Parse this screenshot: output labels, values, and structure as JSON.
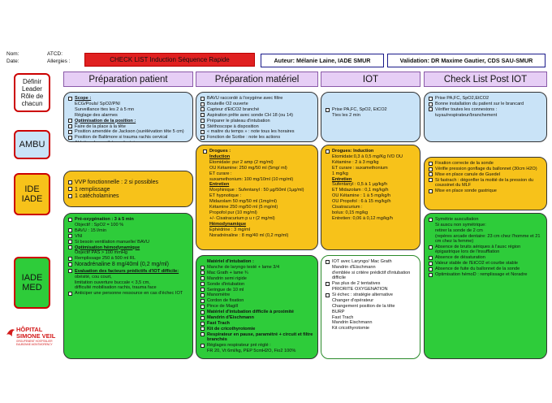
{
  "header": {
    "nom_label": "Nom:",
    "date_label": "Date:",
    "atcd_label": "ATCD:",
    "allergies_label": "Allergies :",
    "title": "CHECK LIST Induction Séquence Rapide",
    "author": "Auteur: Mélanie Laine, IADE SMUR",
    "validation": "Validation: DR Maxime Gautier, CDS SAU-SMUR"
  },
  "columns": [
    "Préparation patient",
    "Préparation matériel",
    "IOT",
    "Check List Post IOT"
  ],
  "rows": [
    {
      "label": "Définir Leader Rôle de chacun"
    },
    {
      "label": "AMBU"
    },
    {
      "label": "IDE IADE"
    },
    {
      "label": "IADE MED"
    }
  ],
  "cells": {
    "r1c1": [
      {
        "t": "Scope :",
        "cls": "b u",
        "box": true
      },
      {
        "t": "ECG/Pouls/ SpO2/PNI"
      },
      {
        "t": "Surveillance ttes les 2  à 5 mn"
      },
      {
        "t": "Réglage des alarmes"
      },
      {
        "t": "Optimisation de la position :",
        "cls": "b u",
        "box": true
      },
      {
        "t": "Faire de la place à la tête",
        "box": true
      },
      {
        "t": "Position amendée de Jackson (surélévation tête 5 cm)",
        "box": true
      },
      {
        "t": "Position de Baltimore si trauma rachis cervical",
        "box": true
      },
      {
        "t": "Ablation des prothèses dentaires",
        "box": true
      }
    ],
    "r1c2": [
      {
        "t": "BAVU raccordé à l'oxygène avec filtre",
        "box": true
      },
      {
        "t": "Bouteille O2  ouverte",
        "box": true
      },
      {
        "t": "Capteur d'EtCO2  branché",
        "box": true
      },
      {
        "t": "Aspiration prête avec sonde CH 18 (ou 14)",
        "box": true
      },
      {
        "t": "Préparer le plateau d'intubation",
        "box": true
      },
      {
        "t": "Stéthoscope à disposition",
        "box": true
      },
      {
        "t": "« maitre du temps » : note tous les horaires",
        "box": true
      },
      {
        "t": "Fonction de Scribe : note les actions",
        "box": true
      }
    ],
    "r1c3": [
      {
        "t": "Prise PA,FC, SpO2, EtCO2",
        "box": true
      },
      {
        "t": "Ttes les 2 min"
      }
    ],
    "r1c4": [
      {
        "t": "Prise PA,FC, SpO2,EtCO2",
        "box": true
      },
      {
        "t": "Bonne installation du patient sur le brancard",
        "box": true
      },
      {
        "t": "Vérifier toutes les connexions :",
        "box": true
      },
      {
        "t": "tuyau/respirateur/branchement"
      }
    ],
    "r2c1": [
      {
        "t": "VVP fonctionnelle : 2 si possibles",
        "cls": "big",
        "box": true
      },
      {
        "t": "1 remplissage",
        "cls": "big",
        "box": true
      },
      {
        "t": "1 catécholamines",
        "cls": "big",
        "box": true
      }
    ],
    "r2c2": [
      {
        "t": "Drogues :",
        "cls": "b",
        "box": true
      },
      {
        "t": "Induction",
        "cls": "b u"
      },
      {
        "t": "Etomidate: pur 2 amp  (2 mg/ml)"
      },
      {
        "t": "OU Kétamine: 250 mg/50 ml (5mg/ ml)"
      },
      {
        "t": "ET  curare  :"
      },
      {
        "t": "suxamethonium: 100 mg/10ml (10 mg/ml)"
      },
      {
        "t": "Entretien",
        "cls": "b u"
      },
      {
        "t": "Morphinique : Sufentanyl : 50 µg/50ml (1µg/ml)"
      },
      {
        "t": "ET hypnotique :"
      },
      {
        "t": "Midazolam  50 mg/50 ml (1mg/ml)"
      },
      {
        "t": "Kétamine  250 mg/50 ml (5 mg/ml)"
      },
      {
        "t": "Propofol pur (10 mg/ml)"
      },
      {
        "t": "+/- Cisatracurium  p u r   (2 mg/ml)"
      },
      {
        "t": "Hémodynamique",
        "cls": "b u"
      },
      {
        "t": "Ephédrine : 3 mg/ml"
      },
      {
        "t": "Noradrénaline : 8 mg/40 ml (0,2 mg/ml)"
      }
    ],
    "r2c3": [
      {
        "t": "Drogues:  Induction",
        "cls": "b",
        "box": true
      },
      {
        "t": "Etomidate:0,3 à 0,5 mg/Kg IVD OU"
      },
      {
        "t": "Kétamine : 2 à 3 mg/kg"
      },
      {
        "t": "ET  curare  : suxamethonium"
      },
      {
        "t": "1 mg/kg"
      },
      {
        "t": "Entretien",
        "cls": "b u"
      },
      {
        "t": "Sufentanyl : 0,5 à 1 µg/kg/h"
      },
      {
        "t": "ET Midazolam : 0,1 mg/kg/h"
      },
      {
        "t": "OU Kétamine : 1 à 5 mg/kg/h"
      },
      {
        "t": "OU Propofol  : 6 à 15 mg/kg/h"
      },
      {
        "t": "Cisatracurium :"
      },
      {
        "t": "bolus: 0,15 mg/kg"
      },
      {
        "t": "Entretien: 0,06 à 0,12 mg/kg/h"
      }
    ],
    "r2c4": [
      {
        "t": "Fixation correcte de la sonde",
        "box": true
      },
      {
        "t": "Vérifie pression gonflage du ballonnet (30cm H2O)",
        "box": true
      },
      {
        "t": "Mise en place canule de Guedel",
        "box": true
      },
      {
        "t": "Si fastrach : dégonfler la moitié de la pression du coussinet du MLF",
        "box": true
      },
      {
        "t": "Mise en place sonde gastrique",
        "box": true
      }
    ],
    "r3c1": [
      {
        "t": "Pré-oxygénation : 3 à 5 min",
        "cls": "b",
        "box": true
      },
      {
        "t": "Objectif : SpO2 = 100 %"
      },
      {
        "t": "BAVU : 15 l/min",
        "box": true
      },
      {
        "t": "VNI",
        "box": true
      },
      {
        "t": "Si besoin ventilation manuelle/ BAVU",
        "box": true
      },
      {
        "t": "Optimisation hémodynamique",
        "cls": "b u",
        "box": true
      },
      {
        "t": "Objectif PAS > 100 mmHg"
      },
      {
        "t": "Remplissage 250 à 500 ml RL",
        "box": true
      },
      {
        "t": "Noradrénaline 8 mg/40ml (0,2 mg/ml)",
        "cls": "big",
        "box": true
      },
      {
        "t": "Evaluation des facteurs prédictifs d'IOT difficile:",
        "cls": "b u",
        "box": true
      },
      {
        "t": "obésité, cou court,"
      },
      {
        "t": "limitation ouverture buccale < 3,5 cm,"
      },
      {
        "t": "difficulté mobilisation rachis, trauma face"
      },
      {
        "t": "Anticiper une personne ressource en cas d'échec IOT",
        "box": true
      }
    ],
    "r3c2": [
      {
        "t": "Matériel d'intubation :",
        "cls": "b"
      },
      {
        "t": "Manche de laryngo testé + lame 3/4",
        "box": true
      },
      {
        "t": "Mac Grath + lame ¾",
        "box": true
      },
      {
        "t": "Mandrin semi rigide",
        "box": true
      },
      {
        "t": "Sonde d'intubation",
        "box": true
      },
      {
        "t": "Seringue de 10 ml",
        "box": true
      },
      {
        "t": "Manomètre",
        "box": true
      },
      {
        "t": "Cordon de fixation",
        "box": true
      },
      {
        "t": "Pince de Magill",
        "box": true
      },
      {
        "t": "Matériel d'intubation difficile à proximité",
        "cls": "b",
        "box": true
      },
      {
        "t": "Mandrin d'Eischmann",
        "cls": "b",
        "box": true
      },
      {
        "t": "Fast Trach",
        "cls": "b",
        "box": true
      },
      {
        "t": "Kit de cricothyrotomie",
        "cls": "b",
        "box": true
      },
      {
        "t": "Respirateur en pause, paramétré + circuit  et filtre branchés",
        "cls": "b",
        "box": true
      },
      {
        "t": "Réglages respirateur pré réglé :",
        "box": true
      },
      {
        "t": "FR 20, Vt 6ml/kg, PEP 5cmH2O, Fio2 100%"
      }
    ],
    "r3c3": [
      {
        "t": "IOT avec Laryngo/ Mac Grath",
        "box": true
      },
      {
        "t": "Mandrin d'Eischmann"
      },
      {
        "t": "d'emblée si critère prédictif d'intubation difficile"
      },
      {
        "t": "Pas plus de 2 tentatives",
        "box": true
      },
      {
        "t": "PRIORITE OXYGENATION"
      },
      {
        "t": "Si échec : stratégie alternative",
        "box": true
      },
      {
        "t": "Changer d'opérateur"
      },
      {
        "t": "Changement position de la tête"
      },
      {
        "t": "BURP"
      },
      {
        "t": "Fast Trach"
      },
      {
        "t": "Mandrin Eischmann"
      },
      {
        "t": "Kit cricothyrotomie"
      }
    ],
    "r3c4": [
      {
        "t": "Symétrie auscultation",
        "box": true
      },
      {
        "t": "Si auscu non symétrique:"
      },
      {
        "t": "retirer la sonde de 2 cm"
      },
      {
        "t": "(repères  arcade dentaire: 23 cm chez l'homme et  21 cm chez la femme)"
      },
      {
        "t": "Absence de bruits aériques à l'ausc  région épigastrique lors de l'insufflation",
        "box": true
      },
      {
        "t": "Absence de désaturation",
        "box": true
      },
      {
        "t": "Valeur stable de l'EtCO2 et courbe stable",
        "box": true
      },
      {
        "t": "Absence de fuite du ballonnet de la sonde",
        "box": true
      },
      {
        "t": "Optimisation hémoD : remplissage et Noradre",
        "box": true
      }
    ]
  },
  "logo": {
    "line1": "HÔPITAL",
    "line2": "SIMONE VEIL",
    "sub1": "GROUPEMENT HOSPITALIER",
    "sub2": "EAUBONNE-MONTMORENCY"
  },
  "colors": {
    "blue_cell": "#c9e3f7",
    "yellow_cell": "#f7c21a",
    "green_cell": "#2ecc3a",
    "header_purple": "#e6cef5",
    "title_red": "#e02020"
  }
}
